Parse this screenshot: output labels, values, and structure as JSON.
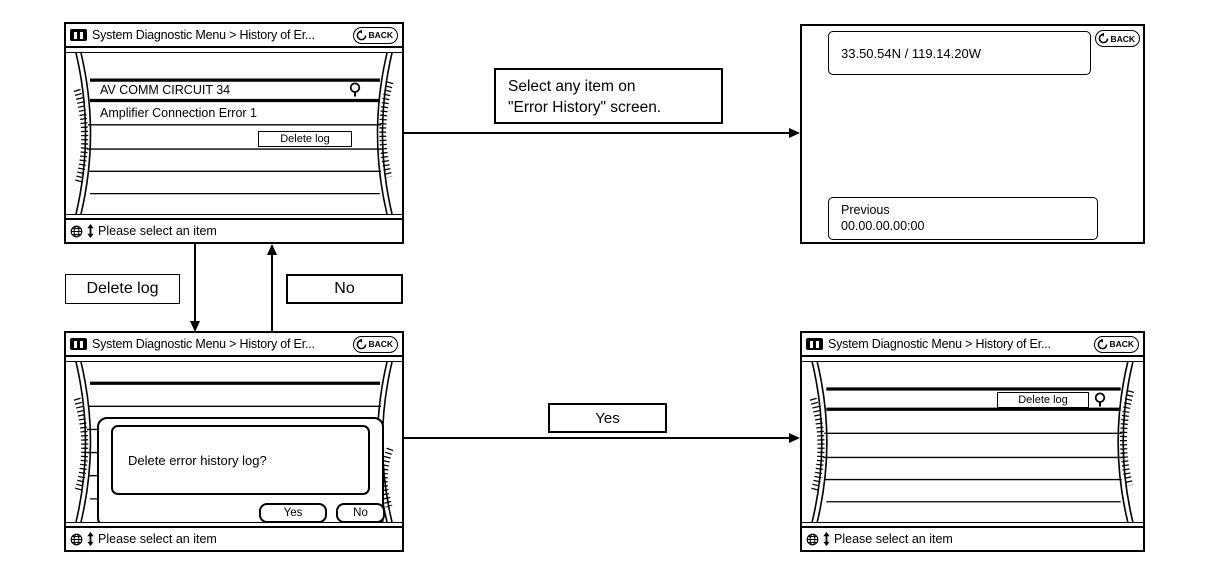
{
  "screens": {
    "error_history": {
      "title": "System Diagnostic Menu > History of Er...",
      "back": "BACK",
      "error_code": "AV COMM CIRCUIT 34",
      "error_description": "Amplifier Connection Error 1",
      "delete_button": "Delete log",
      "status": "Please select an item"
    },
    "error_detail": {
      "back": "BACK",
      "coordinates": "33.50.54N / 119.14.20W",
      "previous_label": "Previous",
      "previous_time": "00.00.00.00:00"
    },
    "delete_confirm": {
      "title": "System Diagnostic Menu > History of Er...",
      "back": "BACK",
      "message": "Delete error history log?",
      "yes": "Yes",
      "no": "No",
      "status": "Please select an item"
    },
    "after_delete": {
      "title": "System Diagnostic Menu > History of Er...",
      "back": "BACK",
      "delete_button": "Delete log",
      "status": "Please select an item"
    }
  },
  "connectors": {
    "select_item_line1": "Select any item on",
    "select_item_line2": "\"Error History\" screen.",
    "delete_log": "Delete log",
    "no": "No",
    "yes": "Yes"
  }
}
